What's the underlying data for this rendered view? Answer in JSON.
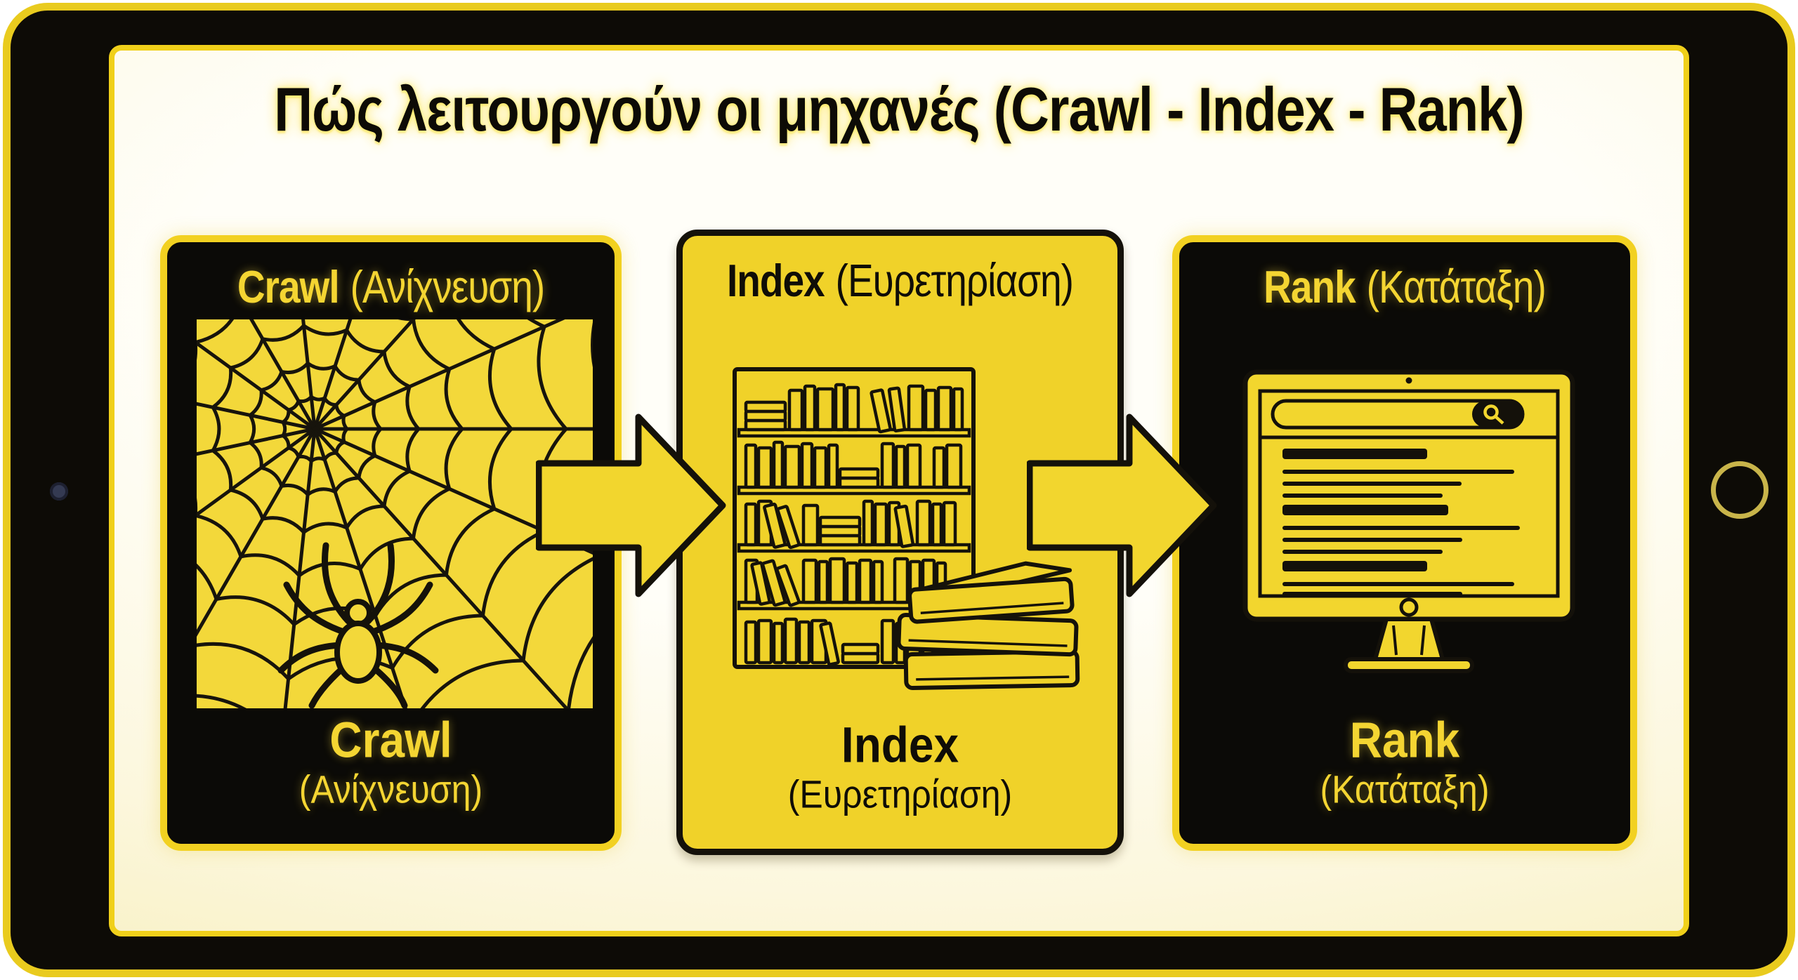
{
  "title": "Πώς λειτουργούν οι μηχανές (Crawl - Index - Rank)",
  "steps": [
    {
      "name_en": "Crawl",
      "name_el": "(Ανίχνευση)",
      "icon": "spider-web-icon"
    },
    {
      "name_en": "Index",
      "name_el": "(Ευρετηρίαση)",
      "icon": "bookshelf-icon"
    },
    {
      "name_en": "Rank",
      "name_el": "(Κατάταξη)",
      "icon": "monitor-search-results-icon"
    }
  ],
  "flow": {
    "arrow_icon": "arrow-right-icon",
    "arrow_count": 2
  },
  "device": {
    "frame": "tablet",
    "camera_dot_icon": "camera-dot-icon",
    "home_button_icon": "home-button-icon"
  },
  "colors": {
    "accent_yellow": "#f2d32b",
    "panel_black": "#0d0b06",
    "screen_cream": "#fdf9e0",
    "frame_border": "#e9cb1e"
  }
}
